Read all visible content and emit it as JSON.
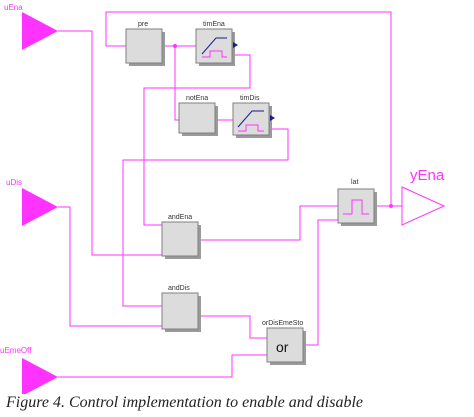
{
  "inputs": {
    "uEna": "uEna",
    "uDis": "uDis",
    "uEmeOff": "uEmeOff"
  },
  "output": "yEna",
  "blocks": {
    "pre": "pre",
    "timEna": "timEna",
    "notEna": "notEna",
    "timDis": "timDis",
    "andEna": "andEna",
    "andDis": "andDis",
    "lat": "lat",
    "orDisEmeSto": "orDisEmeSto",
    "or_symbol": "or"
  },
  "caption": "Figure 4. Control implementation to enable and disable",
  "colors": {
    "connection": "#ff33ff",
    "block_fill": "#dcdcdc",
    "timer_icon": "#1a1a8c"
  }
}
